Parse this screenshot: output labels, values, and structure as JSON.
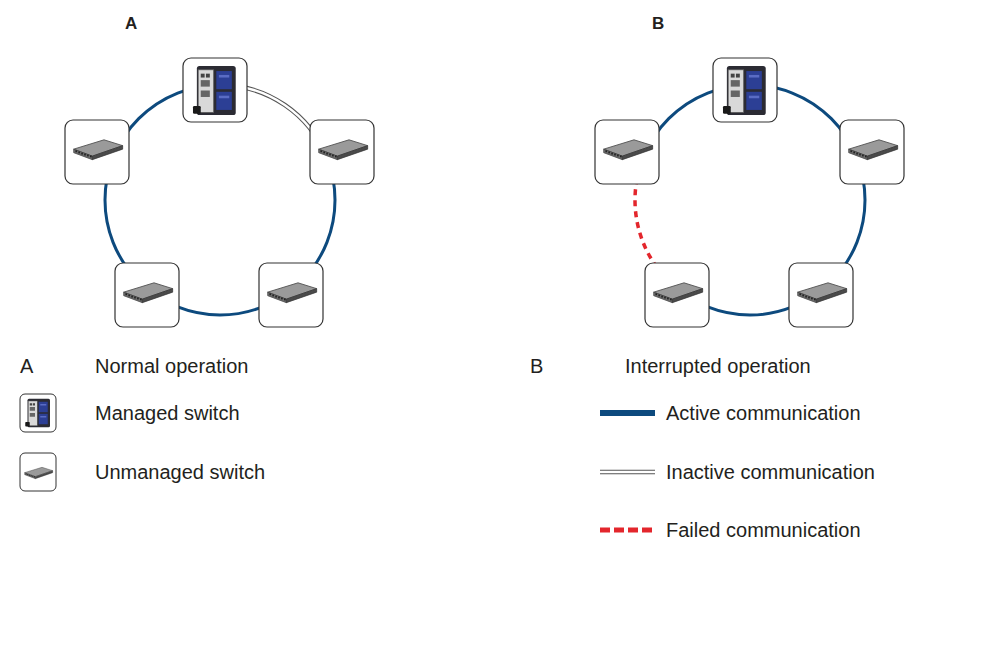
{
  "diagram": {
    "labels": [
      "A",
      "B",
      "A",
      "B"
    ],
    "legend": [
      {
        "text": "Normal operation"
      },
      {
        "text": "Managed switch"
      },
      {
        "text": "Unmanaged switch"
      },
      {
        "text": "Interrupted operation"
      },
      {
        "text": "Active communication"
      },
      {
        "text": "Inactive communication"
      },
      {
        "text": "Failed communication"
      }
    ]
  }
}
